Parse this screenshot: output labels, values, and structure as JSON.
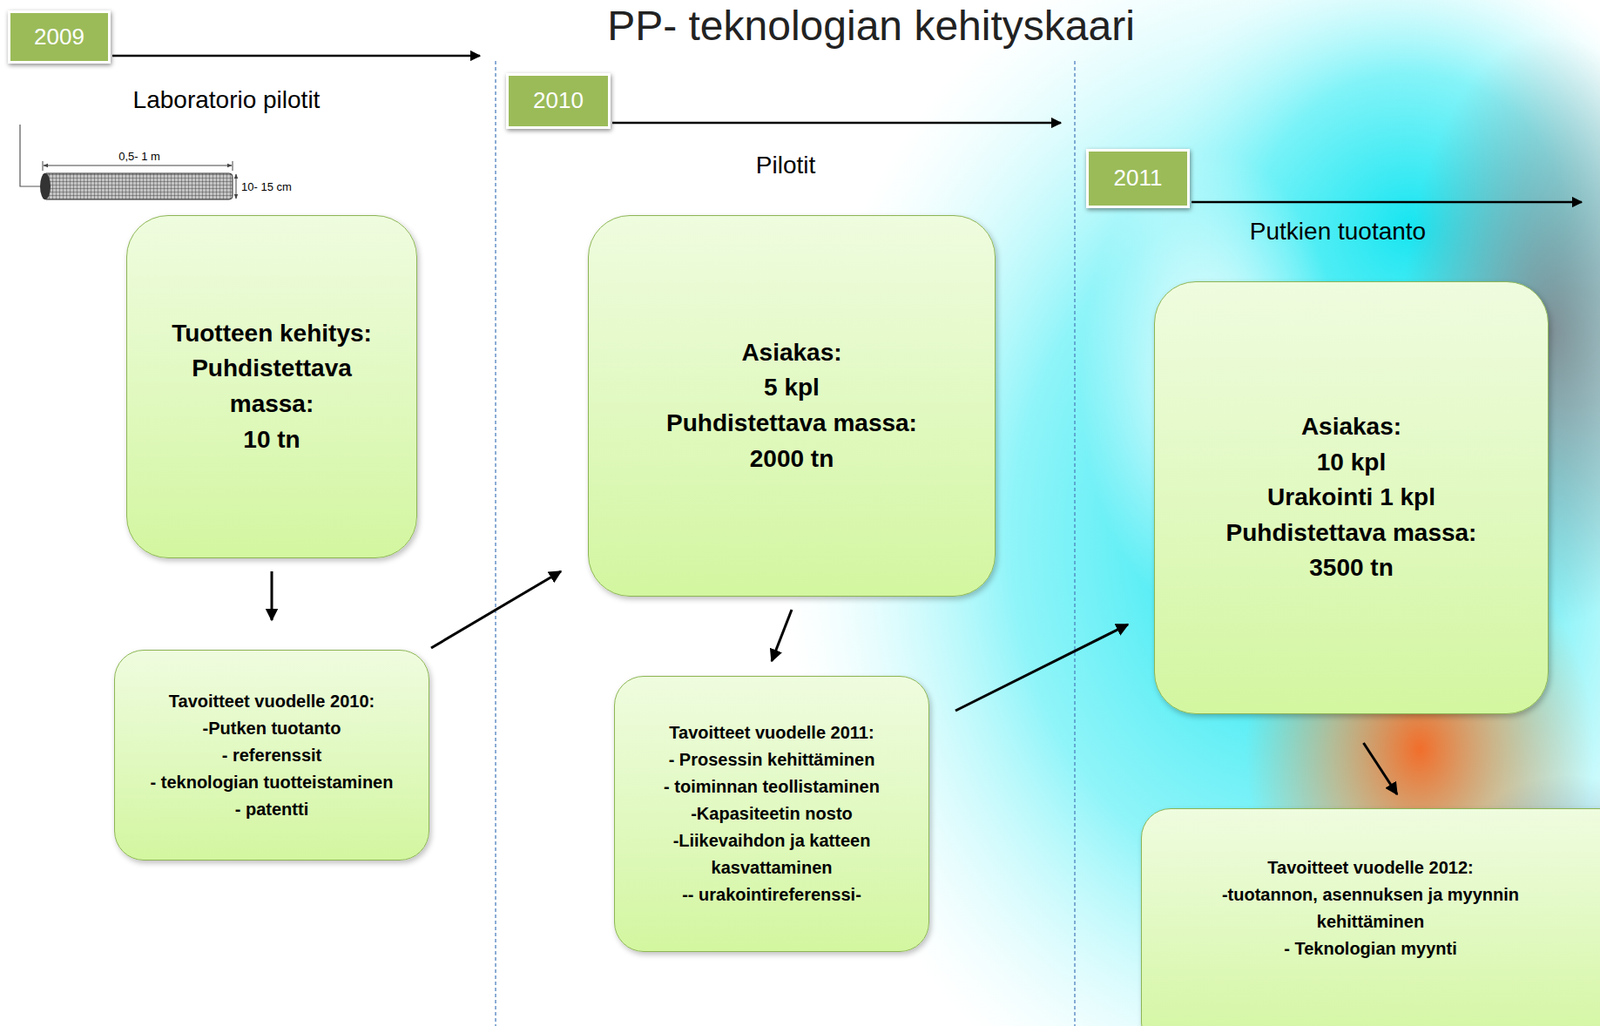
{
  "diagram": {
    "title": "PP- teknologian kehityskaari",
    "nodes": [
      {
        "text": [
          "2009"
        ]
      },
      {
        "text": [
          "Tuotteen kehitys:",
          "Puhdistettava massa:",
          "10 tn"
        ]
      },
      {
        "text": [
          "Tavoitteet vuodelle 2010:",
          "-Putken tuotanto",
          "- referenssit",
          "- teknologian tuotteistaminen",
          "- patentti"
        ]
      },
      {
        "text": [
          "2010"
        ]
      },
      {
        "text": [
          "Asiakas:",
          "5 kpl",
          "Puhdistettava massa:",
          "2000 tn"
        ]
      },
      {
        "text": [
          "Tavoitteet vuodelle 2011:",
          "- Prosessin kehittäminen",
          "- toiminnan teollistaminen",
          "-Kapasiteetin nosto",
          "-Liikevaihdon ja katteen kasvattaminen",
          "-- urakointireferenssi-"
        ]
      },
      {
        "text": [
          "2011"
        ]
      },
      {
        "text": [
          "Asiakas:",
          "10 kpl",
          "Urakointi 1 kpl",
          "Puhdistettava massa:",
          "3500 tn"
        ]
      },
      {
        "text": [
          "Tavoitteet vuodelle 2012:",
          "-tuotannon, asennuksen ja myynnin kehittäminen",
          "- Teknologian myynti"
        ]
      }
    ],
    "edges": [
      {
        "from": 1,
        "to": 2,
        "arrow": "to"
      },
      {
        "from": 2,
        "to": 4,
        "arrow": "to"
      },
      {
        "from": 4,
        "to": 5,
        "arrow": "to"
      },
      {
        "from": 5,
        "to": 7,
        "arrow": "to"
      },
      {
        "from": 7,
        "to": 8,
        "arrow": "to"
      }
    ],
    "labels": [
      "Laboratorio pilotit",
      "0,5- 1 m",
      "10- 15 cm",
      "Pilotit",
      "Putkien tuotanto"
    ]
  }
}
